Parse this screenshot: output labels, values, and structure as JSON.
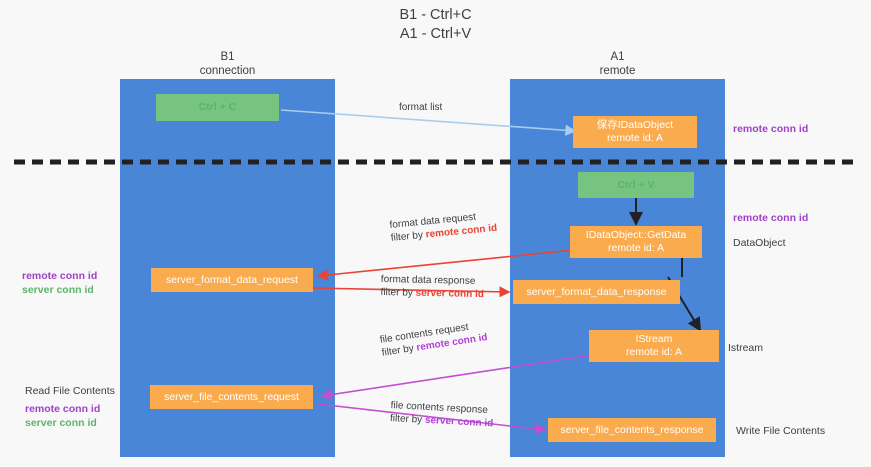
{
  "title": {
    "line1": "B1 - Ctrl+C",
    "line2": "A1 - Ctrl+V"
  },
  "columns": [
    {
      "name": "B1",
      "role": "connection"
    },
    {
      "name": "A1",
      "role": "remote"
    }
  ],
  "colors": {
    "lane": "#4a86d8",
    "node_orange": "#f9ab4e",
    "node_green": "#77c480",
    "accent_purple": "#a03fc9",
    "accent_green": "#5bb36a",
    "arrow_blue": "#a8cdf0",
    "arrow_red": "#ea4335",
    "arrow_magenta": "#c14fd0",
    "arrow_black": "#202124",
    "divider": "#202124"
  },
  "nodes": [
    {
      "id": "ctrl-c",
      "label": "Ctrl + C",
      "sublabel": "",
      "color": "green"
    },
    {
      "id": "idataobject-store",
      "label": "保存IDataObject",
      "sublabel": "remote id: A",
      "color": "orange"
    },
    {
      "id": "ctrl-v",
      "label": "Ctrl + V",
      "sublabel": "",
      "color": "green"
    },
    {
      "id": "idataobject-getdata",
      "label": "IDataObject::GetData",
      "sublabel": "remote id: A",
      "color": "orange"
    },
    {
      "id": "server-format-data-request",
      "label": "server_format_data_request",
      "sublabel": "",
      "color": "orange"
    },
    {
      "id": "server-format-data-response",
      "label": "server_format_data_response",
      "sublabel": "",
      "color": "orange"
    },
    {
      "id": "istream",
      "label": "IStream",
      "sublabel": "remote id: A",
      "color": "orange"
    },
    {
      "id": "server-file-contents-request",
      "label": "server_file_contents_request",
      "sublabel": "",
      "color": "orange"
    },
    {
      "id": "server-file-contents-response",
      "label": "server_file_contents_response",
      "sublabel": "",
      "color": "orange"
    }
  ],
  "edge_labels": [
    {
      "id": "format-list",
      "line1": "format list",
      "line2_prefix": "",
      "line2_accent": ""
    },
    {
      "id": "format-data-request",
      "line1": "format data request",
      "line2_prefix": "filter by ",
      "line2_accent": "remote conn id"
    },
    {
      "id": "format-data-response",
      "line1": "format data response",
      "line2_prefix": "filter by ",
      "line2_accent": "server conn id"
    },
    {
      "id": "file-contents-request",
      "line1": "file contents request",
      "line2_prefix": "filter by ",
      "line2_accent": "remote conn id"
    },
    {
      "id": "file-contents-response",
      "line1": "file contents response",
      "line2_prefix": "filter by ",
      "line2_accent": "server conn id"
    }
  ],
  "annotations": {
    "right": [
      {
        "id": "remote-conn-id-top",
        "text": "remote conn id",
        "style": "purple"
      },
      {
        "id": "remote-conn-id-mid",
        "text": "remote conn id",
        "style": "purple"
      },
      {
        "id": "dataobject-label",
        "text": "DataObject",
        "style": "plain"
      },
      {
        "id": "istream-label",
        "text": "Istream",
        "style": "plain"
      },
      {
        "id": "write-file-contents",
        "text": "Write File Contents",
        "style": "plain"
      }
    ],
    "left": [
      {
        "id": "left-remote-conn-id-1",
        "text": "remote conn id",
        "style": "purple"
      },
      {
        "id": "left-server-conn-id-1",
        "text": "server conn id",
        "style": "green"
      },
      {
        "id": "read-file-contents",
        "text": "Read File Contents",
        "style": "plain"
      },
      {
        "id": "left-remote-conn-id-2",
        "text": "remote conn id",
        "style": "purple"
      },
      {
        "id": "left-server-conn-id-2",
        "text": "server conn id",
        "style": "green"
      }
    ]
  }
}
